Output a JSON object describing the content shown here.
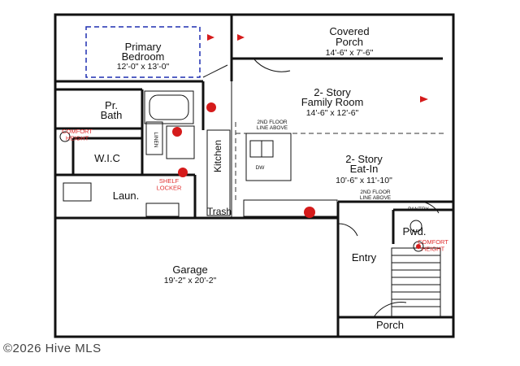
{
  "rooms": {
    "covered_porch": {
      "name": "Covered\nPorch",
      "dims": "14'-6\" x 7'-6\""
    },
    "primary_bedroom": {
      "name": "Primary\nBedroom",
      "dims": "12'-0\" x 13'-0\""
    },
    "family_room": {
      "name": "2- Story\nFamily Room",
      "dims": "14'-6\" x 12'-6\""
    },
    "pr_bath": {
      "name": "Pr.\nBath"
    },
    "eat_in": {
      "name": "2- Story\nEat-In",
      "dims": "10'-6\" x 11'-10\""
    },
    "wic": {
      "name": "W.I.C"
    },
    "kitchen": {
      "name": "Kitchen"
    },
    "laundry": {
      "name": "Laun."
    },
    "trash": {
      "name": "Trash"
    },
    "pantry": {
      "name": "PANTRY"
    },
    "powder": {
      "name": "Pwd."
    },
    "garage": {
      "name": "Garage",
      "dims": "19'-2\" x 20'-2\""
    },
    "entry": {
      "name": "Entry"
    },
    "porch": {
      "name": "Porch"
    }
  },
  "notes": {
    "second_floor_1": "2ND FLOOR\nLINE ABOVE",
    "second_floor_2": "2ND FLOOR\nLINE ABOVE",
    "comfort_height_1": "COMFORT\nHEIGHT",
    "comfort_height_2": "COMFORT\nHEIGHT",
    "linen": "LINEN",
    "dw": "DW",
    "shelf": "SHELF\nLOCKER"
  },
  "watermark": "©2026 Hive MLS"
}
